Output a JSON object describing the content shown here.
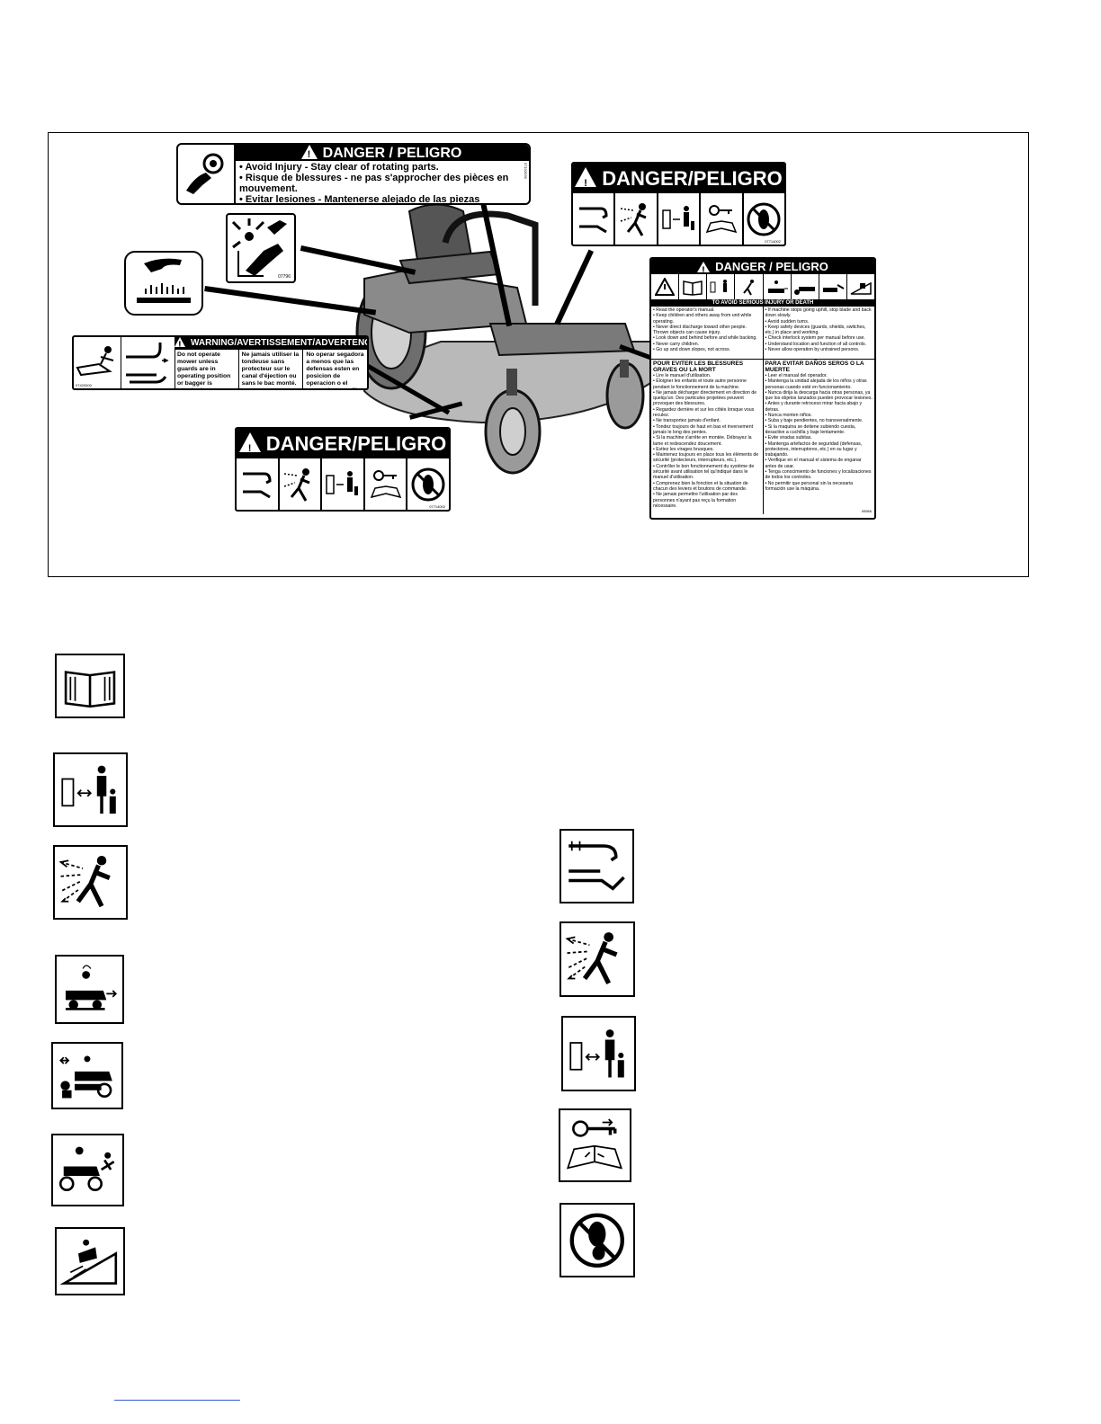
{
  "decal_top": {
    "title": "DANGER / PELIGRO",
    "lines": [
      "• Avoid Injury - Stay clear of rotating parts.",
      "• Risque de blessures - ne pas s'approcher des pièces en mouvement.",
      "• Evitar lesiones - Mantenerse alejado de las piezas giratorias."
    ],
    "part_no": "07102030"
  },
  "decal_belt": {
    "part_no": "07796"
  },
  "decal_right_small": {
    "title": "DANGER/PELIGRO",
    "part_no": "07714002"
  },
  "decal_bottom": {
    "title": "DANGER/PELIGRO",
    "part_no": "07714002"
  },
  "decal_warning": {
    "title": "WARNING/AVERTISSEMENT/ADVERTENCIA",
    "part_no": "07420000",
    "cols": [
      "Do not operate mower unless guards are in operating position or bagger is attached.",
      "Ne jamais utiliser la tondeuse sans protecteur sur le canal d'éjection ou sans le bac monté.",
      "No operar segadora a menos que las defensas esten en posicion de operacion o el recogedor este fijo."
    ]
  },
  "decal_large": {
    "title": "DANGER / PELIGRO",
    "subtitle": "TO AVOID SERIOUS INJURY OR DEATH",
    "en_left": [
      "• Read the operator's manual.",
      "• Keep children and others away from unit while operating.",
      "• Never direct discharge toward other people. Thrown objects can cause injury.",
      "• Look down and behind before and while backing.",
      "• Never carry children.",
      "• Go up and down slopes, not across."
    ],
    "en_right": [
      "• If machine stops going uphill, stop blade and back down slowly.",
      "• Avoid sudden turns.",
      "• Keep safety devices (guards, shields, switches, etc.) in place and working.",
      "• Check interlock system per manual before use.",
      "• Understand location and function of all controls.",
      "• Never allow operation by untrained persons."
    ],
    "fr_heading": "POUR EVITER LES BLESSURES GRAVES OU LA MORT",
    "fr": [
      "• Lire le manuel d'utilisation.",
      "• Éloigner les enfants et toute autre personne pendant le fonctionnement de la machine.",
      "• Ne jamais décharger directement en direction de quelqu'un. Des particules projetées peuvent provoquer des blessures.",
      "• Regardez derrière et sur les côtés lorsque vous reculez.",
      "• Ne transportez jamais d'enfant.",
      "• Tondez toujours de haut en bas et inversement jamais le long des pentes.",
      "• Si la machine s'arrête en montée. Débrayez la lame et redescendez doucement.",
      "• Evitez les virages brusques.",
      "• Maintenez toujours en place tous les éléments de sécurité (protecteurs, interrupteurs, etc.).",
      "• Contrôler le bon fonctionnement du système de sécurité avant utilisation tel qu'indiqué dans le manuel d'utilisation.",
      "• Comprenez bien la fonction et la situation de chacun des leviers et boutons de commande.",
      "• Ne jamais permettre l'utilisation par des personnes n'ayant pas reçu la formation nécessaire."
    ],
    "es_heading": "PARA EVITAR DAÑOS SEROS O LA MUERTE",
    "es": [
      "• Leer el manual del operador.",
      "• Mantenga la unidad alejada de los niños y otras personas cuando esté en funcionamiento.",
      "• Nunca dirija la descarga hacia otras personas, ya que los objetos lanzados pueden provocar lesiones.",
      "• Antes y durante retroceso mirar hacia abajo y detras.",
      "• Nunca monten niños.",
      "• Suba y baje pendientes, no transversalmente.",
      "• Si la maquina se detiene subiendo cuesta, desactive a cuchilla y baje lentamente.",
      "• Evite viradas subitas.",
      "• Mantenga artefactos de seguridad (defensas, protectores, interruptores, etc.) en su lugar y trabajando.",
      "• Verifique en el manual el sistema de enganar antes de usar.",
      "• Tenga conocimiento de funciones y localizaciones de todos los controles.",
      "• No permitir que personal sin la necesaria formación use la máquina."
    ],
    "part_no": "05566"
  },
  "colors": {
    "ink": "#000000",
    "paper": "#ffffff",
    "mower_gray": "#8a8a8a",
    "deck_gray": "#b9b9b9"
  },
  "left_icons": [
    "manual-icon",
    "keep-away-bystanders-icon",
    "thrown-objects-icon",
    "look-behind-icon",
    "reverse-child-icon",
    "carry-child-icon",
    "slope-icon"
  ],
  "right_icons": [
    "discharge-guard-icon",
    "thrown-objects-icon",
    "keep-away-bystanders-icon",
    "key-manual-icon",
    "no-feet-icon"
  ]
}
